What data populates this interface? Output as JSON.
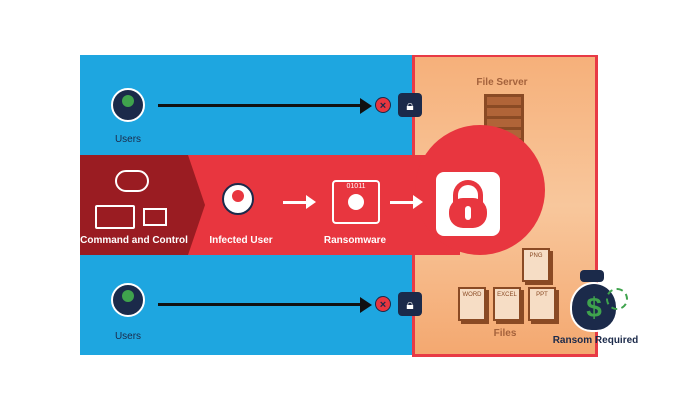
{
  "users_top": {
    "label": "Users"
  },
  "users_bottom": {
    "label": "Users"
  },
  "command_control": {
    "label": "Command and Control"
  },
  "infected_user": {
    "label": "Infected User"
  },
  "ransomware": {
    "label": "Ransomware",
    "code": "01011"
  },
  "file_server": {
    "label": "File Server"
  },
  "files": {
    "label": "Files",
    "types": [
      "PNG",
      "WORD",
      "EXCEL",
      "PPT"
    ]
  },
  "ransom": {
    "label": "Ransom Required",
    "symbol": "$"
  },
  "colors": {
    "blue": "#1ea6e0",
    "red": "#e8363f",
    "dark_red": "#9a1c22",
    "orange": "#f6b07a",
    "navy": "#1b2a4a"
  }
}
